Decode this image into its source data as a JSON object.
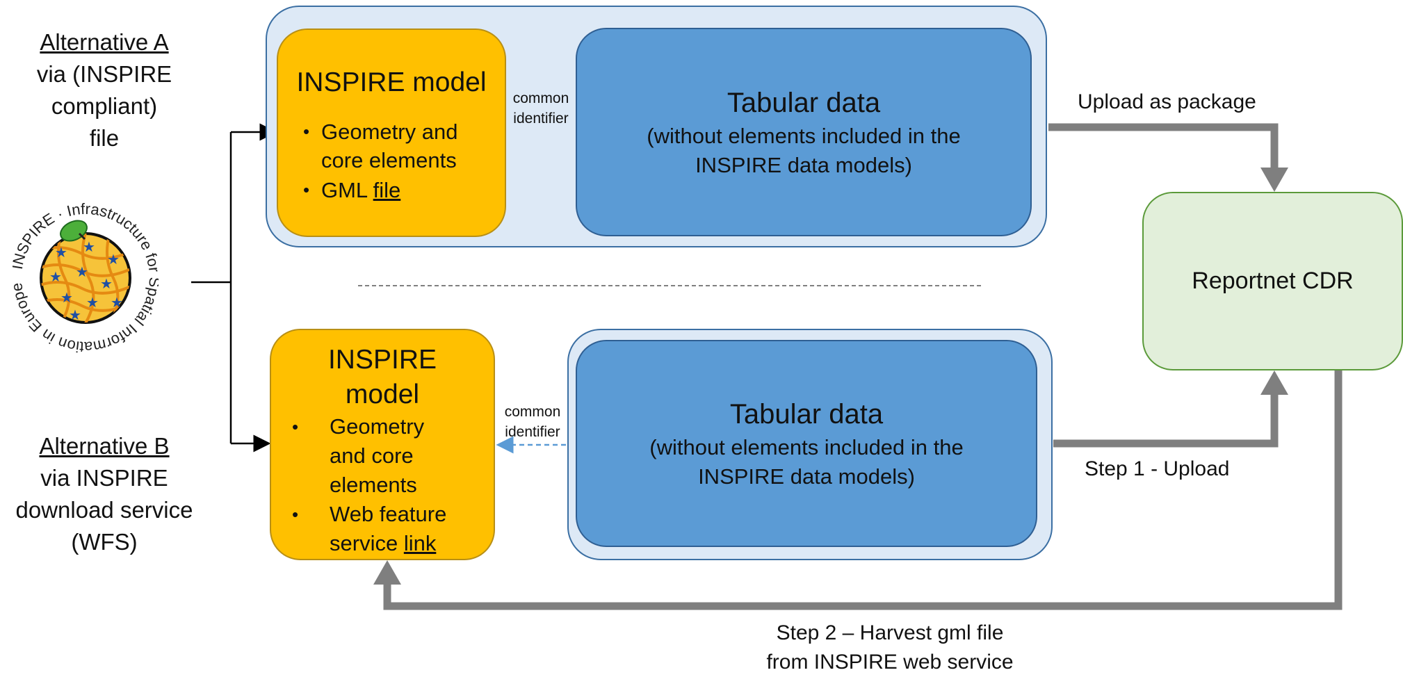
{
  "alt_a": {
    "title": "Alternative A",
    "lines": [
      "via (INSPIRE",
      "compliant)",
      "file"
    ]
  },
  "alt_b": {
    "title": "Alternative B",
    "lines": [
      "via INSPIRE",
      "download service",
      "(WFS)"
    ]
  },
  "logo": {
    "ring_text": "INSPIRE · Infrastructure for Spatial Information in Europe"
  },
  "box_a": {
    "inspire_title": "INSPIRE model",
    "bullets": [
      "Geometry and core elements",
      "GML "
    ],
    "bullet2_link": "file",
    "common_identifier": [
      "common",
      "identifier"
    ],
    "tabular_title": "Tabular data",
    "tabular_sub": [
      "(without elements included in the",
      "INSPIRE data models)"
    ]
  },
  "box_b": {
    "inspire_title": [
      "INSPIRE",
      "model"
    ],
    "bullet1": [
      "Geometry",
      "and core",
      "elements"
    ],
    "bullet2": [
      "Web feature",
      "service "
    ],
    "bullet2_link": "link",
    "common_identifier": [
      "common",
      "identifier"
    ],
    "tabular_title": "Tabular data",
    "tabular_sub": [
      "(without elements included in the",
      "INSPIRE data models)"
    ]
  },
  "reportnet": "Reportnet CDR",
  "labels": {
    "upload_package": "Upload as package",
    "step1": "Step 1 - Upload",
    "step2": [
      "Step 2 – Harvest gml file",
      "from INSPIRE web service"
    ]
  },
  "colors": {
    "outer_fill": "#dde9f6",
    "blue": "#5b9bd5",
    "yellow": "#ffc000",
    "green_fill": "#e2efda",
    "green_border": "#5b9a3a",
    "gray_arrow": "#7f7f7f"
  }
}
